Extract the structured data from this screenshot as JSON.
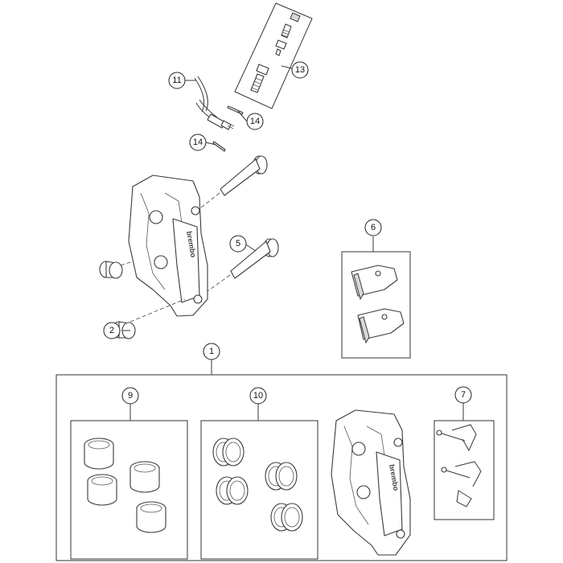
{
  "callouts": {
    "c1": "1",
    "c2": "2",
    "c5": "5",
    "c6": "6",
    "c7": "7",
    "c9": "9",
    "c10": "10",
    "c11": "11",
    "c13": "13",
    "c14a": "14",
    "c14b": "14"
  },
  "brand_text": "brembo"
}
